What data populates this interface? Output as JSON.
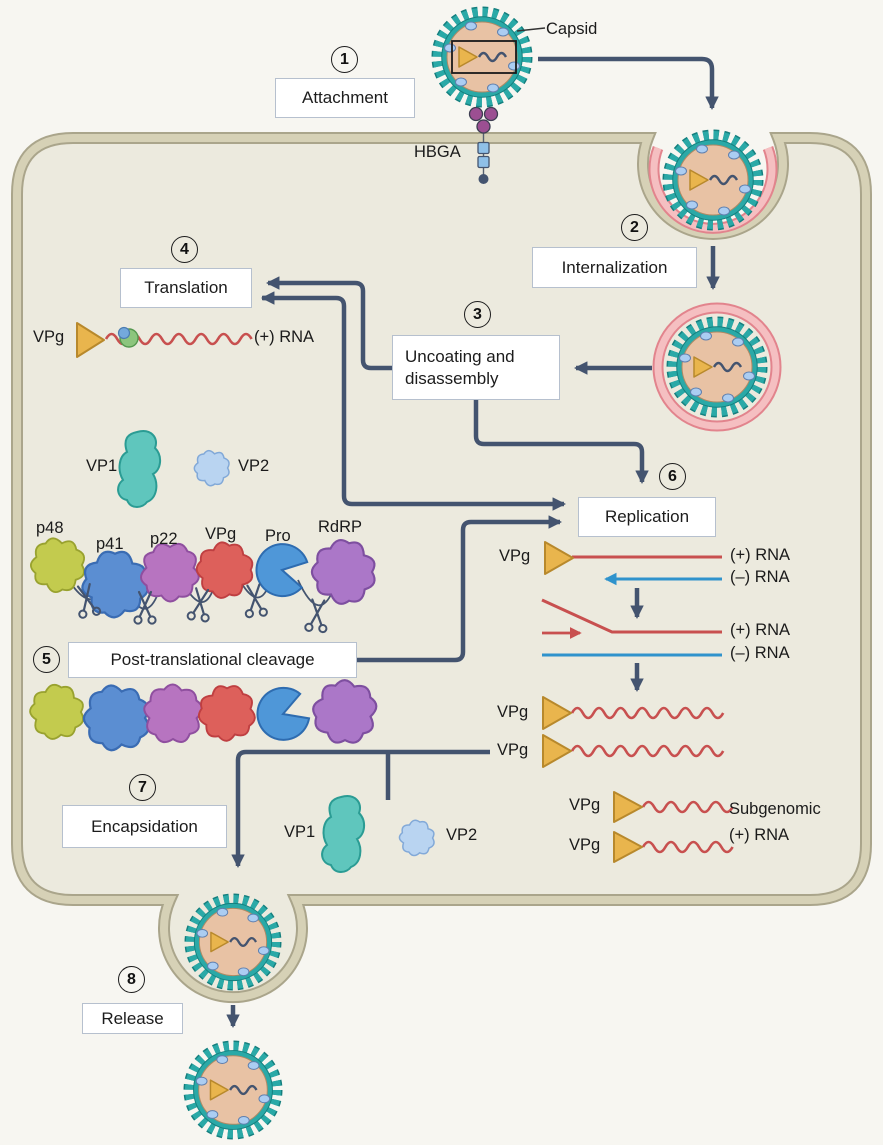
{
  "steps": [
    {
      "num": "1",
      "label": "Attachment"
    },
    {
      "num": "2",
      "label": "Internalization"
    },
    {
      "num": "3",
      "label": "Uncoating and disassembly"
    },
    {
      "num": "4",
      "label": "Translation"
    },
    {
      "num": "5",
      "label": "Post-translational cleavage"
    },
    {
      "num": "6",
      "label": "Replication"
    },
    {
      "num": "7",
      "label": "Encapsidation"
    },
    {
      "num": "8",
      "label": "Release"
    }
  ],
  "labels": {
    "capsid": "Capsid",
    "hbga": "HBGA",
    "vpg": "VPg",
    "plus_rna": "(+) RNA",
    "minus_rna": "(–) RNA",
    "vp1": "VP1",
    "vp2": "VP2",
    "subgenomic": "Subgenomic",
    "subgenomic_rna": "(+) RNA"
  },
  "polyprotein": [
    "p48",
    "p41",
    "p22",
    "VPg",
    "Pro",
    "RdRP"
  ],
  "colors": {
    "arrow": "#44546f",
    "plus_rna_red": "#c8504f",
    "minus_rna_blue": "#2f93cc",
    "membrane_band": "#d6d1b6",
    "cell_fill": "#eceade",
    "capsid_teal": "#2aa9a7",
    "endosome_pink": "#f5bfc1",
    "vpg_gold": "#e9b54d",
    "p48_green": "#c3cb4e",
    "p41_blue": "#5b8ed2",
    "p22_purple": "#b774c0",
    "vpg_red": "#dd605b",
    "pro_blue": "#4f97d8",
    "rdrp_purple": "#ab77c8"
  }
}
